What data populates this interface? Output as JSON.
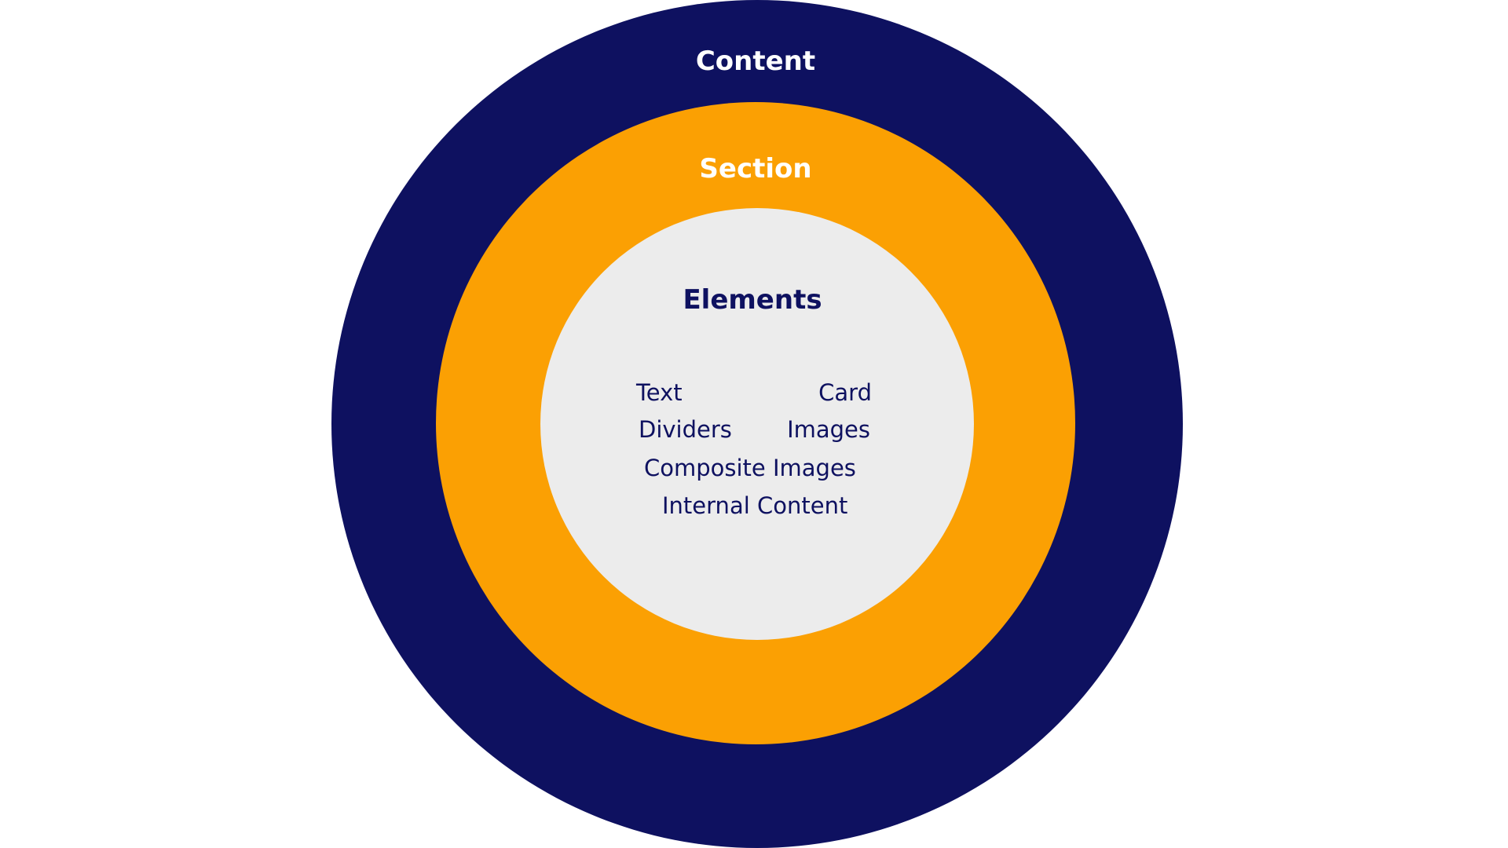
{
  "colors": {
    "background": "#ffffff",
    "outer_ring": "#0e1160",
    "middle_ring": "#fba003",
    "inner_circle": "#ececec",
    "outer_label": "#ffffff",
    "middle_label": "#ffffff",
    "inner_text": "#0e1160"
  },
  "diagram": {
    "outer": {
      "label": "Content"
    },
    "middle": {
      "label": "Section"
    },
    "inner": {
      "label": "Elements",
      "items": {
        "text": "Text",
        "card": "Card",
        "dividers": "Dividers",
        "images": "Images",
        "composite_images": "Composite Images",
        "internal_content": "Internal Content"
      }
    }
  }
}
